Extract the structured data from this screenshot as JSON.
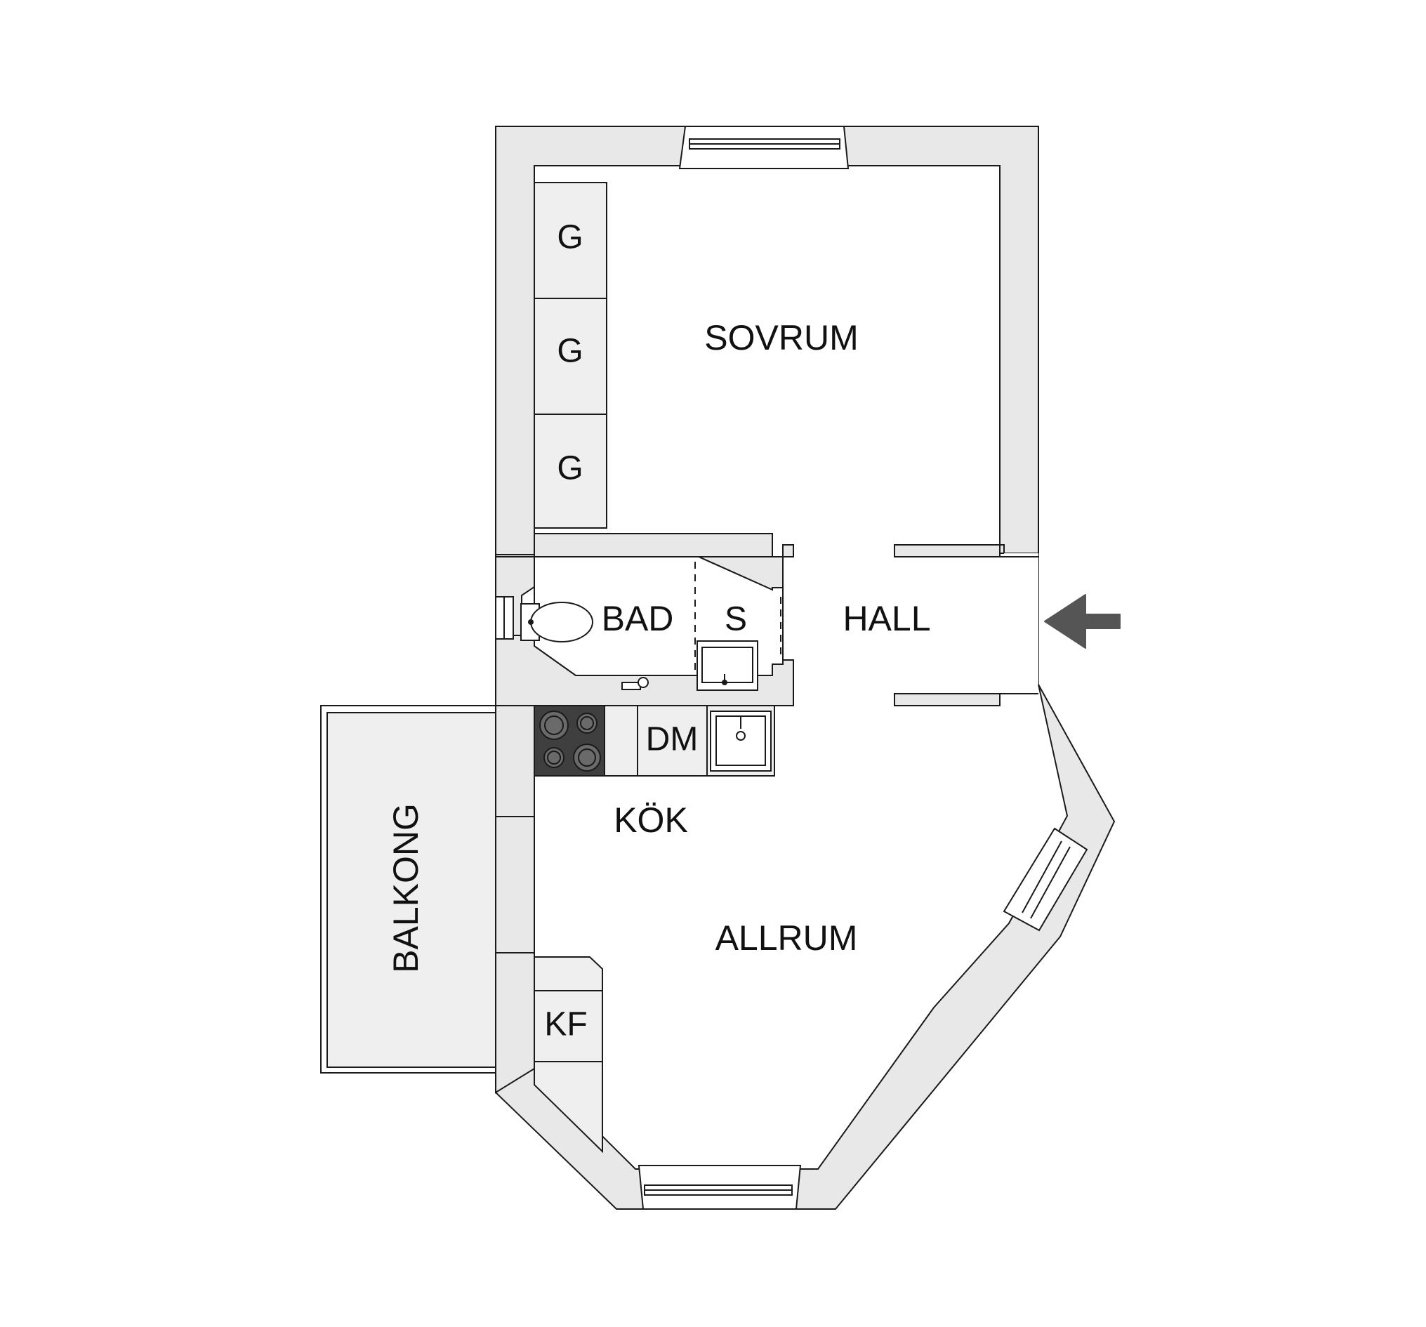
{
  "rooms": {
    "sovrum": "SOVRUM",
    "bad": "BAD",
    "hall": "HALL",
    "kok": "KÖK",
    "allrum": "ALLRUM",
    "balkong": "BALKONG"
  },
  "fixtures": {
    "wardrobe": "G",
    "shower": "S",
    "dishwasher": "DM",
    "fridge_freezer": "KF"
  },
  "icons": {
    "entrance": "entrance-arrow-icon",
    "toilet": "toilet-icon",
    "sink": "sink-icon",
    "stove": "stove-icon",
    "window": "window-icon"
  },
  "colors": {
    "wall_fill": "#e8e8e8",
    "stove": "#3f3f3f",
    "arrow": "#555555"
  }
}
